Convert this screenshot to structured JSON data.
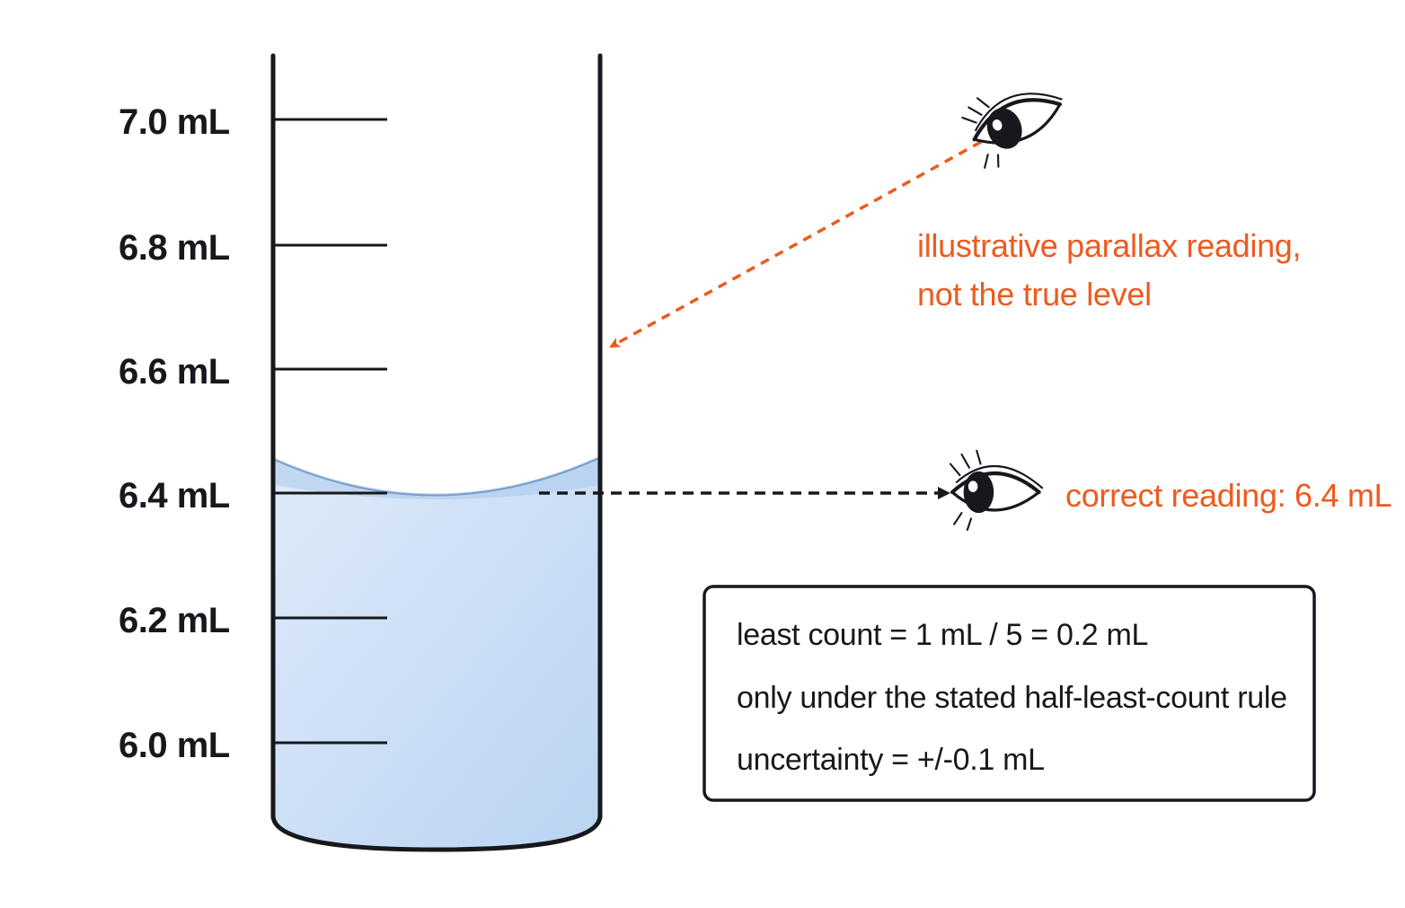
{
  "scale": {
    "unit": "mL",
    "marks": [
      "7.0 mL",
      "6.8 mL",
      "6.6 mL",
      "6.4 mL",
      "6.2 mL",
      "6.0 mL"
    ]
  },
  "liquid": {
    "true_level_mL": 6.4,
    "color": "#c4dbf5"
  },
  "annotations": {
    "parallax_line1": "illustrative parallax reading,",
    "parallax_line2": "not the true level",
    "correct_reading": "correct reading: 6.4 mL"
  },
  "info_box": {
    "line1": "least count = 1 mL / 5 = 0.2 mL",
    "line2": "only under the stated half-least-count rule",
    "line3": "uncertainty = +/-0.1 mL"
  },
  "colors": {
    "accent": "#ee5a1e",
    "ink": "#16181d"
  },
  "icons": [
    "eye-icon",
    "eye-icon"
  ]
}
